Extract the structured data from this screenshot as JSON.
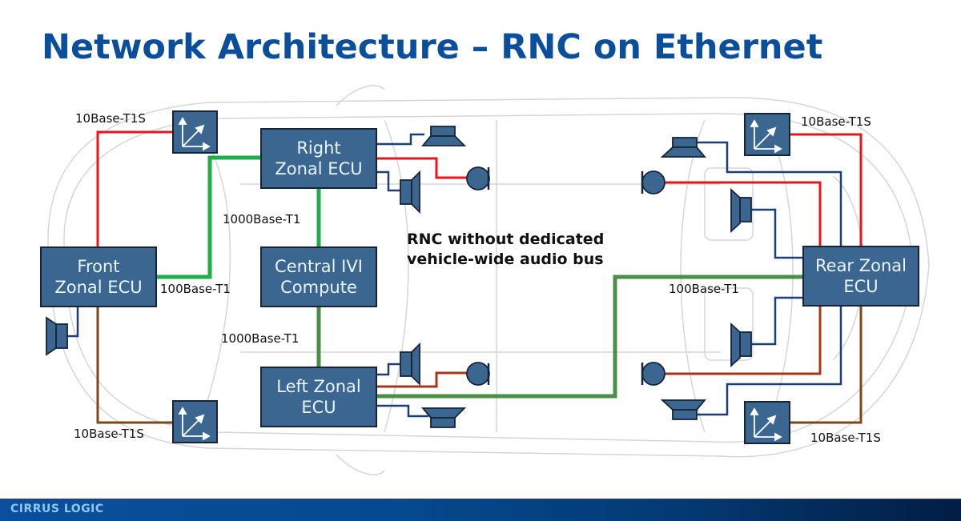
{
  "title": "Network Architecture – RNC on Ethernet",
  "annotation": {
    "line1": "RNC without dedicated",
    "line2": "vehicle-wide audio bus"
  },
  "ecus": {
    "front": {
      "line1": "Front",
      "line2": "Zonal ECU"
    },
    "right": {
      "line1": "Right",
      "line2": "Zonal ECU"
    },
    "central": {
      "line1": "Central IVI",
      "line2": "Compute"
    },
    "left": {
      "line1": "Left Zonal",
      "line2": "ECU"
    },
    "rear": {
      "line1": "Rear Zonal",
      "line2": "ECU"
    }
  },
  "link_labels": {
    "front_top_sensor": "10Base-T1S",
    "front_bottom_sensor": "10Base-T1S",
    "rear_top_sensor": "10Base-T1S",
    "rear_bottom_sensor": "10Base-T1S",
    "front_to_right": "100Base-T1",
    "right_to_central": "1000Base-T1",
    "central_to_left": "1000Base-T1",
    "left_to_rear": "100Base-T1"
  },
  "colors": {
    "ecu_fill": "#3b6690",
    "ecu_border": "#16243a",
    "ethernet_link": "#1fae4b",
    "t1s_link": "#e8161b",
    "t1s_link_alt": "#7a4a1a",
    "audio_link": "#1c3f75",
    "title": "#0b4f9c"
  },
  "footer": {
    "brand": "CIRRUS LOGIC"
  }
}
